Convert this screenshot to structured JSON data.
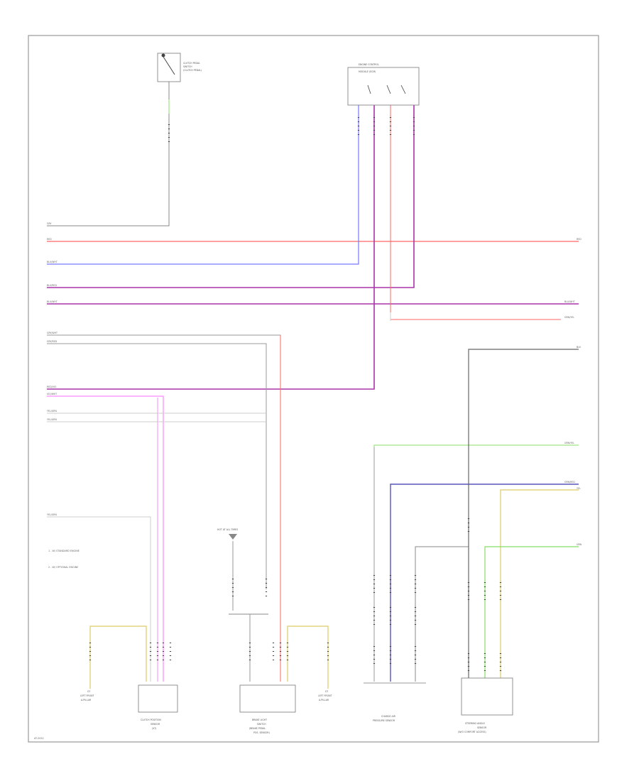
{
  "components": {
    "clutch_switch": [
      "CLUTCH PEDAL",
      "SWITCH",
      "(CLUTCH PEDAL)"
    ],
    "engine_control": [
      "ENGINE CONTROL",
      "MODULE (ECM)"
    ],
    "clutch_position_sensor": [
      "CLUTCH POSITION",
      "SENSOR",
      "(X?)"
    ],
    "brake_light_switch": [
      "BRAKE LIGHT",
      "SWITCH",
      "(BRAKE PEDAL",
      "POS. SENSOR)"
    ],
    "hot_at_all_times": [
      "HOT AT ALL TIMES"
    ],
    "charge_air_sensor": [
      "CHARGE AIR",
      "PRESSURE SENSOR"
    ],
    "steering_sensor": [
      "STEERING ANGLE",
      "SENSOR",
      "(W/O COMFORT ACCESS)"
    ],
    "ground_left": [
      "G?",
      "LEFT FRONT",
      "A-PILLAR"
    ],
    "ground_right": [
      "G?",
      "LEFT FRONT",
      "A-PILLAR"
    ]
  },
  "notes": [
    "1 - W/ STANDARD ENGINE",
    "2 - W/ OPTIONAL ENGINE"
  ],
  "footer_code": "AT-2022",
  "left_wires": [
    "GRY",
    "RED",
    "BLU/WHT",
    "BLU/RED",
    "BLU/WHT",
    "GRY/WHT",
    "GRY/RED",
    "RED/VIO",
    "VIO/WHT",
    "YEL/GRN",
    "YEL/GRN",
    "YEL/GRN"
  ],
  "right_wires": [
    "RED",
    "BLU/WHT",
    "GRN/YEL",
    "BLK",
    "GRN/YEL",
    "GRN/RED",
    "YEL",
    "GRN"
  ],
  "wire_colors": {
    "red": "#ff6666",
    "blue": "#7777ff",
    "purple": "#aa33aa",
    "pink": "#ff88ff",
    "green": "#88dd66",
    "yellow": "#ddcc66",
    "dark_blue": "#5555bb",
    "gray": "#888888",
    "light_gray": "#cccccc"
  }
}
